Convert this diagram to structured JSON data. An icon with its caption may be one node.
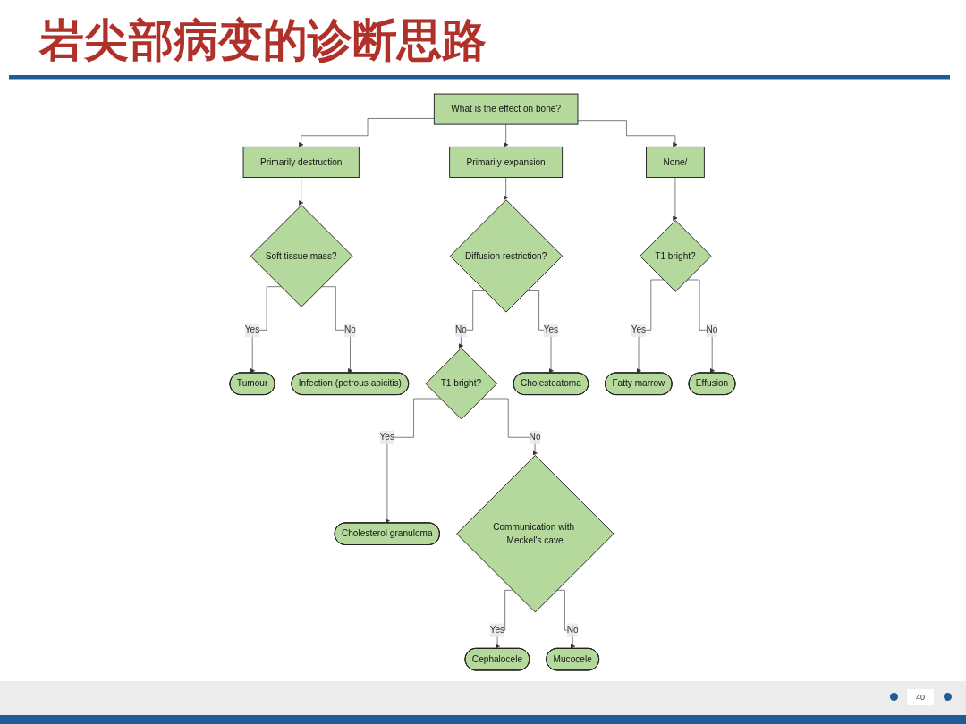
{
  "diagram": {
    "title": "岩尖部病变的诊断思路",
    "nodes": [
      {
        "text": [
          "What is the effect on bone?"
        ]
      },
      {
        "text": [
          "Primarily destruction"
        ]
      },
      {
        "text": [
          "Primarily expansion"
        ]
      },
      {
        "text": [
          "None/"
        ]
      },
      {
        "text": [
          "Soft tissue mass?"
        ]
      },
      {
        "text": [
          "Tumour"
        ]
      },
      {
        "text": [
          "Infection (petrous apicitis)"
        ]
      },
      {
        "text": [
          "Diffusion restriction?"
        ]
      },
      {
        "text": [
          "T1 bright?"
        ]
      },
      {
        "text": [
          "Cholesteatoma"
        ]
      },
      {
        "text": [
          "T1 bright?"
        ]
      },
      {
        "text": [
          "Fatty marrow"
        ]
      },
      {
        "text": [
          "Effusion"
        ]
      },
      {
        "text": [
          "Cholesterol granuloma"
        ]
      },
      {
        "text": [
          "Communication with Meckel's cave"
        ]
      },
      {
        "text": [
          "Cephalocele"
        ]
      },
      {
        "text": [
          "Mucocele"
        ]
      }
    ],
    "edges": [
      {
        "from": 0,
        "to": 1,
        "arrow": "to"
      },
      {
        "from": 0,
        "to": 2,
        "arrow": "to"
      },
      {
        "from": 0,
        "to": 3,
        "arrow": "to"
      },
      {
        "from": 1,
        "to": 4,
        "arrow": "to"
      },
      {
        "from": 2,
        "to": 7,
        "arrow": "to"
      },
      {
        "from": 3,
        "to": 10,
        "arrow": "to"
      },
      {
        "from": 4,
        "to": 5,
        "arrow": "to",
        "label": "Yes"
      },
      {
        "from": 4,
        "to": 6,
        "arrow": "to",
        "label": "No"
      },
      {
        "from": 7,
        "to": 8,
        "arrow": "to",
        "label": "No"
      },
      {
        "from": 7,
        "to": 9,
        "arrow": "to",
        "label": "Yes"
      },
      {
        "from": 10,
        "to": 11,
        "arrow": "to",
        "label": "Yes"
      },
      {
        "from": 10,
        "to": 12,
        "arrow": "to",
        "label": "No"
      },
      {
        "from": 8,
        "to": 13,
        "arrow": "to",
        "label": "Yes"
      },
      {
        "from": 8,
        "to": 14,
        "arrow": "to",
        "label": "No"
      },
      {
        "from": 14,
        "to": 15,
        "arrow": "to",
        "label": "Yes"
      },
      {
        "from": 14,
        "to": 16,
        "arrow": "to",
        "label": "No"
      }
    ],
    "labels": [
      "40"
    ]
  }
}
